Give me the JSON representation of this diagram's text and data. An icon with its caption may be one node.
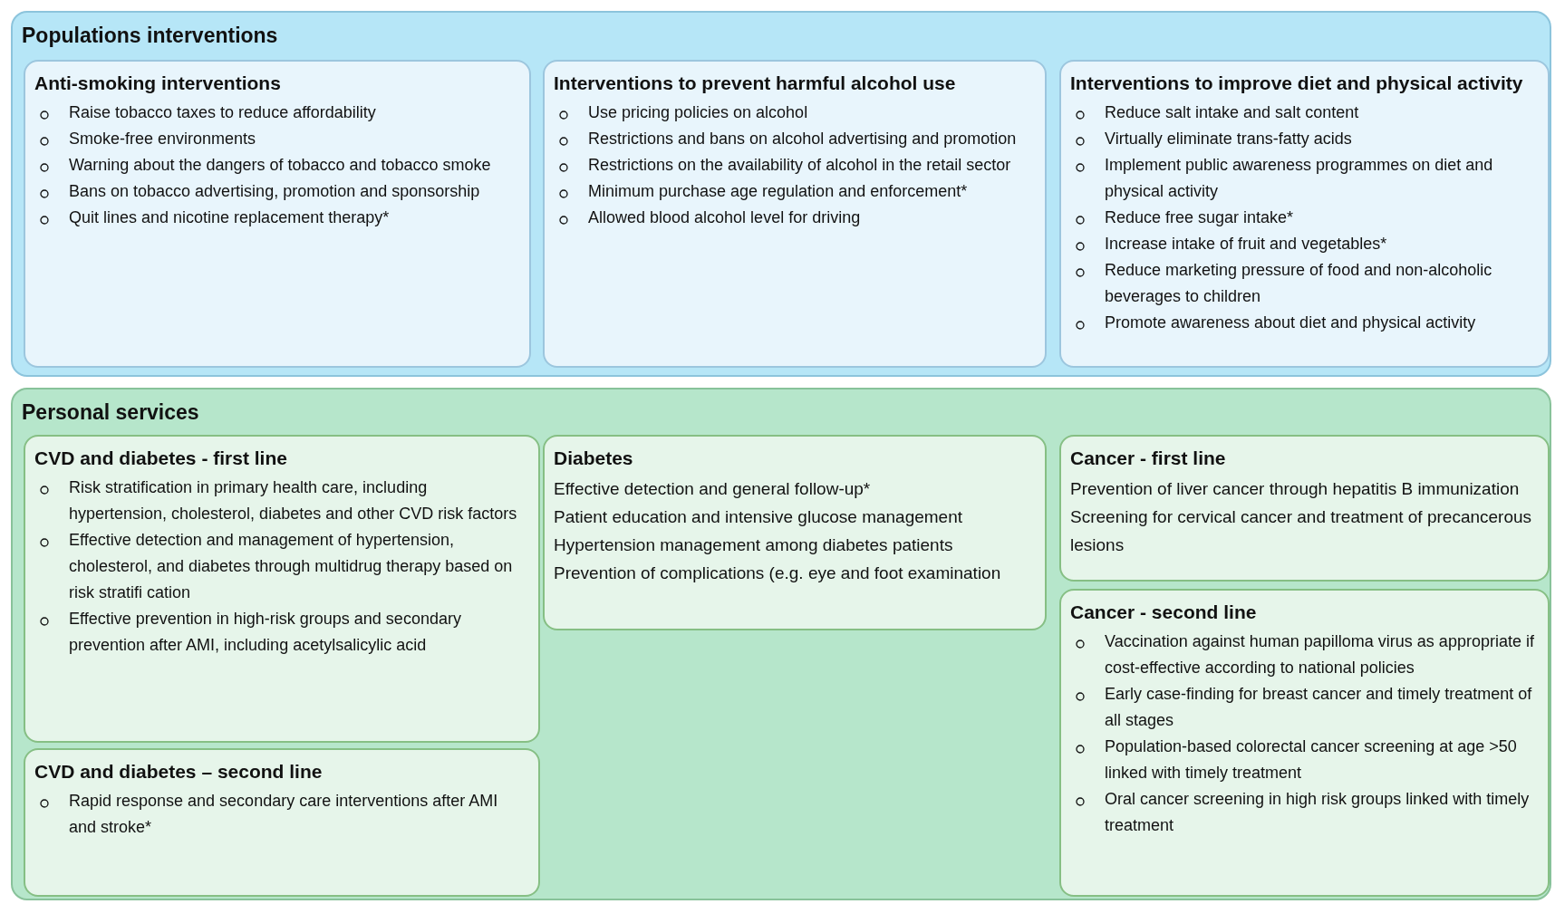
{
  "diagram": {
    "nodes": [
      {
        "text": [
          "Populations interventions"
        ]
      },
      {
        "text": [
          "Anti-smoking interventions",
          "Raise tobacco taxes to reduce affordability",
          "Smoke-free environments",
          "Warning about the dangers of tobacco and tobacco smoke",
          "Bans on tobacco advertising, promotion and sponsorship",
          "Quit lines and nicotine replacement therapy*"
        ],
        "in": 0
      },
      {
        "text": [
          "Interventions to prevent harmful alcohol use",
          "Use pricing policies on alcohol",
          "Restrictions and bans on alcohol advertising and promotion",
          "Restrictions on the availability of alcohol in the retail sector",
          "Minimum purchase age regulation and enforcement*",
          "Allowed blood alcohol level for driving"
        ],
        "in": 0
      },
      {
        "text": [
          "Interventions to improve diet and physical activity",
          "Reduce salt intake and salt content",
          "Virtually eliminate trans-fatty acids",
          "Implement public awareness programmes on diet and physical activity",
          "Reduce free sugar intake*",
          "Increase intake of fruit and vegetables*",
          "Reduce marketing pressure of food and non-alcoholic beverages to children",
          "Promote awareness about diet and physical activity"
        ],
        "in": 0
      },
      {
        "text": [
          "Personal services"
        ]
      },
      {
        "text": [
          "CVD and diabetes - first line",
          "Risk stratification in primary health care, including hypertension, cholesterol, diabetes and other CVD risk factors",
          "Effective detection and management of hypertension, cholesterol, and diabetes through multidrug therapy based on risk stratifi cation",
          "Effective prevention in high-risk groups and secondary prevention after AMI, including acetylsalicylic acid"
        ],
        "in": 4
      },
      {
        "text": [
          "Diabetes",
          "Effective detection and general follow-up*",
          "Patient education and intensive glucose management",
          "Hypertension management among diabetes patients",
          "Prevention of complications (e.g. eye and foot examination"
        ],
        "in": 4
      },
      {
        "text": [
          "Cancer - first line",
          "Prevention of liver cancer through hepatitis B immunization",
          "Screening for cervical cancer and treatment of precancerous lesions"
        ],
        "in": 4
      },
      {
        "text": [
          "CVD and diabetes – second line",
          "Rapid response and secondary care interventions after AMI and stroke*"
        ],
        "in": 4
      },
      {
        "text": [
          "Cancer - second line",
          "Vaccination against human papilloma virus as appropriate if cost-effective according to national policies",
          "Early case-finding for breast cancer and timely treatment of all stages",
          "Population-based colorectal cancer screening at age >50 linked with timely treatment",
          "Oral cancer screening in high risk groups linked with timely treatment"
        ],
        "in": 4
      }
    ]
  }
}
